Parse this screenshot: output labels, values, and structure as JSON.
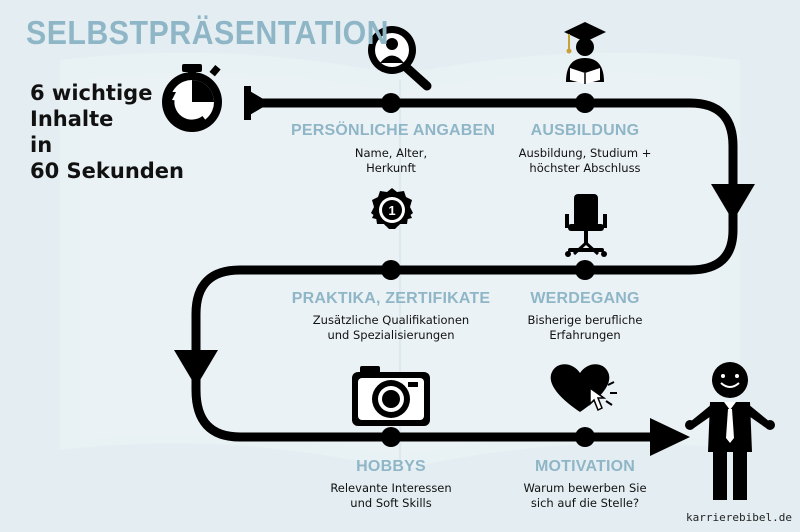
{
  "title": "SELBSTPRÄSENTATION",
  "subtitle": [
    "6 wichtige",
    "Inhalte",
    "in",
    "60 Sekunden"
  ],
  "steps": [
    {
      "title": "PERSÖNLICHE ANGABEN",
      "desc": [
        "Name, Alter,",
        "Herkunft"
      ],
      "icon": "person-search-icon"
    },
    {
      "title": "AUSBILDUNG",
      "desc": [
        "Ausbildung, Studium +",
        "höchster Abschluss"
      ],
      "icon": "graduate-icon"
    },
    {
      "title": "PRAKTIKA, ZERTIFIKATE",
      "desc": [
        "Zusätzliche Qualifikationen",
        "und Spezialisierungen"
      ],
      "icon": "award-ribbon-icon"
    },
    {
      "title": "WERDEGANG",
      "desc": [
        "Bisherige berufliche",
        "Erfahrungen"
      ],
      "icon": "office-chair-icon"
    },
    {
      "title": "HOBBYS",
      "desc": [
        "Relevante Interessen",
        "und Soft Skills"
      ],
      "icon": "camera-icon"
    },
    {
      "title": "MOTIVATION",
      "desc": [
        "Warum bewerben Sie",
        "sich auf die Stelle?"
      ],
      "icon": "heart-click-icon"
    }
  ],
  "award_number": "1",
  "credit": "karrierebibel.de",
  "colors": {
    "background": "#e4eef2",
    "accent": "#8fb6c7",
    "path": "#000000"
  }
}
